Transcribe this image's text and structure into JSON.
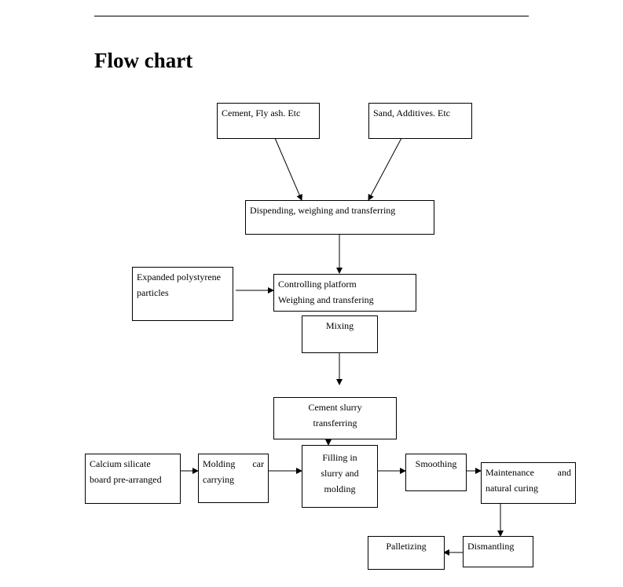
{
  "title": "Flow chart",
  "nodes": {
    "cement_flyash": "Cement, Fly ash. Etc",
    "sand_additives": "Sand, Additives. Etc",
    "dispending": "Dispending, weighing and transferring",
    "eps_1": "Expanded polystyrene",
    "eps_2": "particles",
    "controlling_1": "Controlling platform",
    "controlling_2": "Weighing and transfering",
    "mixing": "Mixing",
    "slurry_1": "Cement slurry",
    "slurry_2": "transferring",
    "calcium_1": "Calcium silicate",
    "calcium_2": "board pre-arranged",
    "molding_car_1": "Molding    car",
    "molding_car_2": "carrying",
    "filling_1": "Filling in",
    "filling_2": "slurry and",
    "filling_3": "molding",
    "smoothing": "Smoothing",
    "maintenance_1": "Maintenance     and",
    "maintenance_2": "natural curing",
    "dismantling": "Dismantling",
    "palletizing": "Palletizing"
  }
}
